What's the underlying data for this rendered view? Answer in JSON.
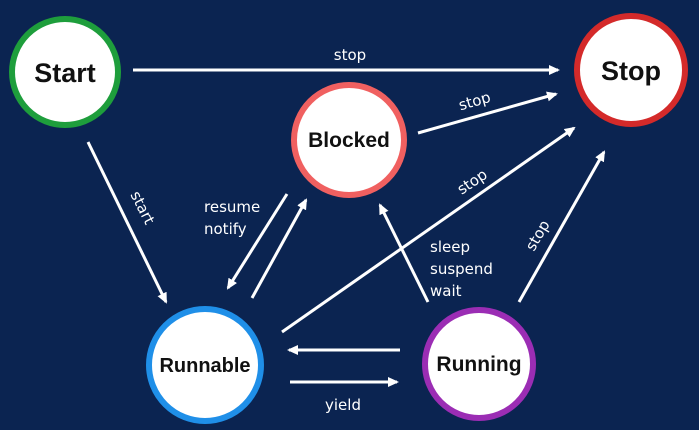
{
  "diagram": {
    "states": {
      "start": {
        "label": "Start",
        "ring_color": "#1e9e3c"
      },
      "stop": {
        "label": "Stop",
        "ring_color": "#d42a2a"
      },
      "blocked": {
        "label": "Blocked",
        "ring_color": "#f06060"
      },
      "runnable": {
        "label": "Runnable",
        "ring_color": "#1f8fe8"
      },
      "running": {
        "label": "Running",
        "ring_color": "#9b2db4"
      }
    },
    "transitions": {
      "start_to_stop": "stop",
      "blocked_to_stop": "stop",
      "runnable_to_stop": "stop",
      "running_to_stop": "stop",
      "start_to_runnable": "start",
      "blocked_to_runnable_line1": "resume",
      "blocked_to_runnable_line2": "notify",
      "running_to_blocked_line1": "sleep",
      "running_to_blocked_line2": "suspend",
      "running_to_blocked_line3": "wait",
      "runnable_to_running": "yield"
    },
    "colors": {
      "background": "#0b2451",
      "arrow": "#ffffff",
      "node_fill": "#ffffff"
    }
  }
}
